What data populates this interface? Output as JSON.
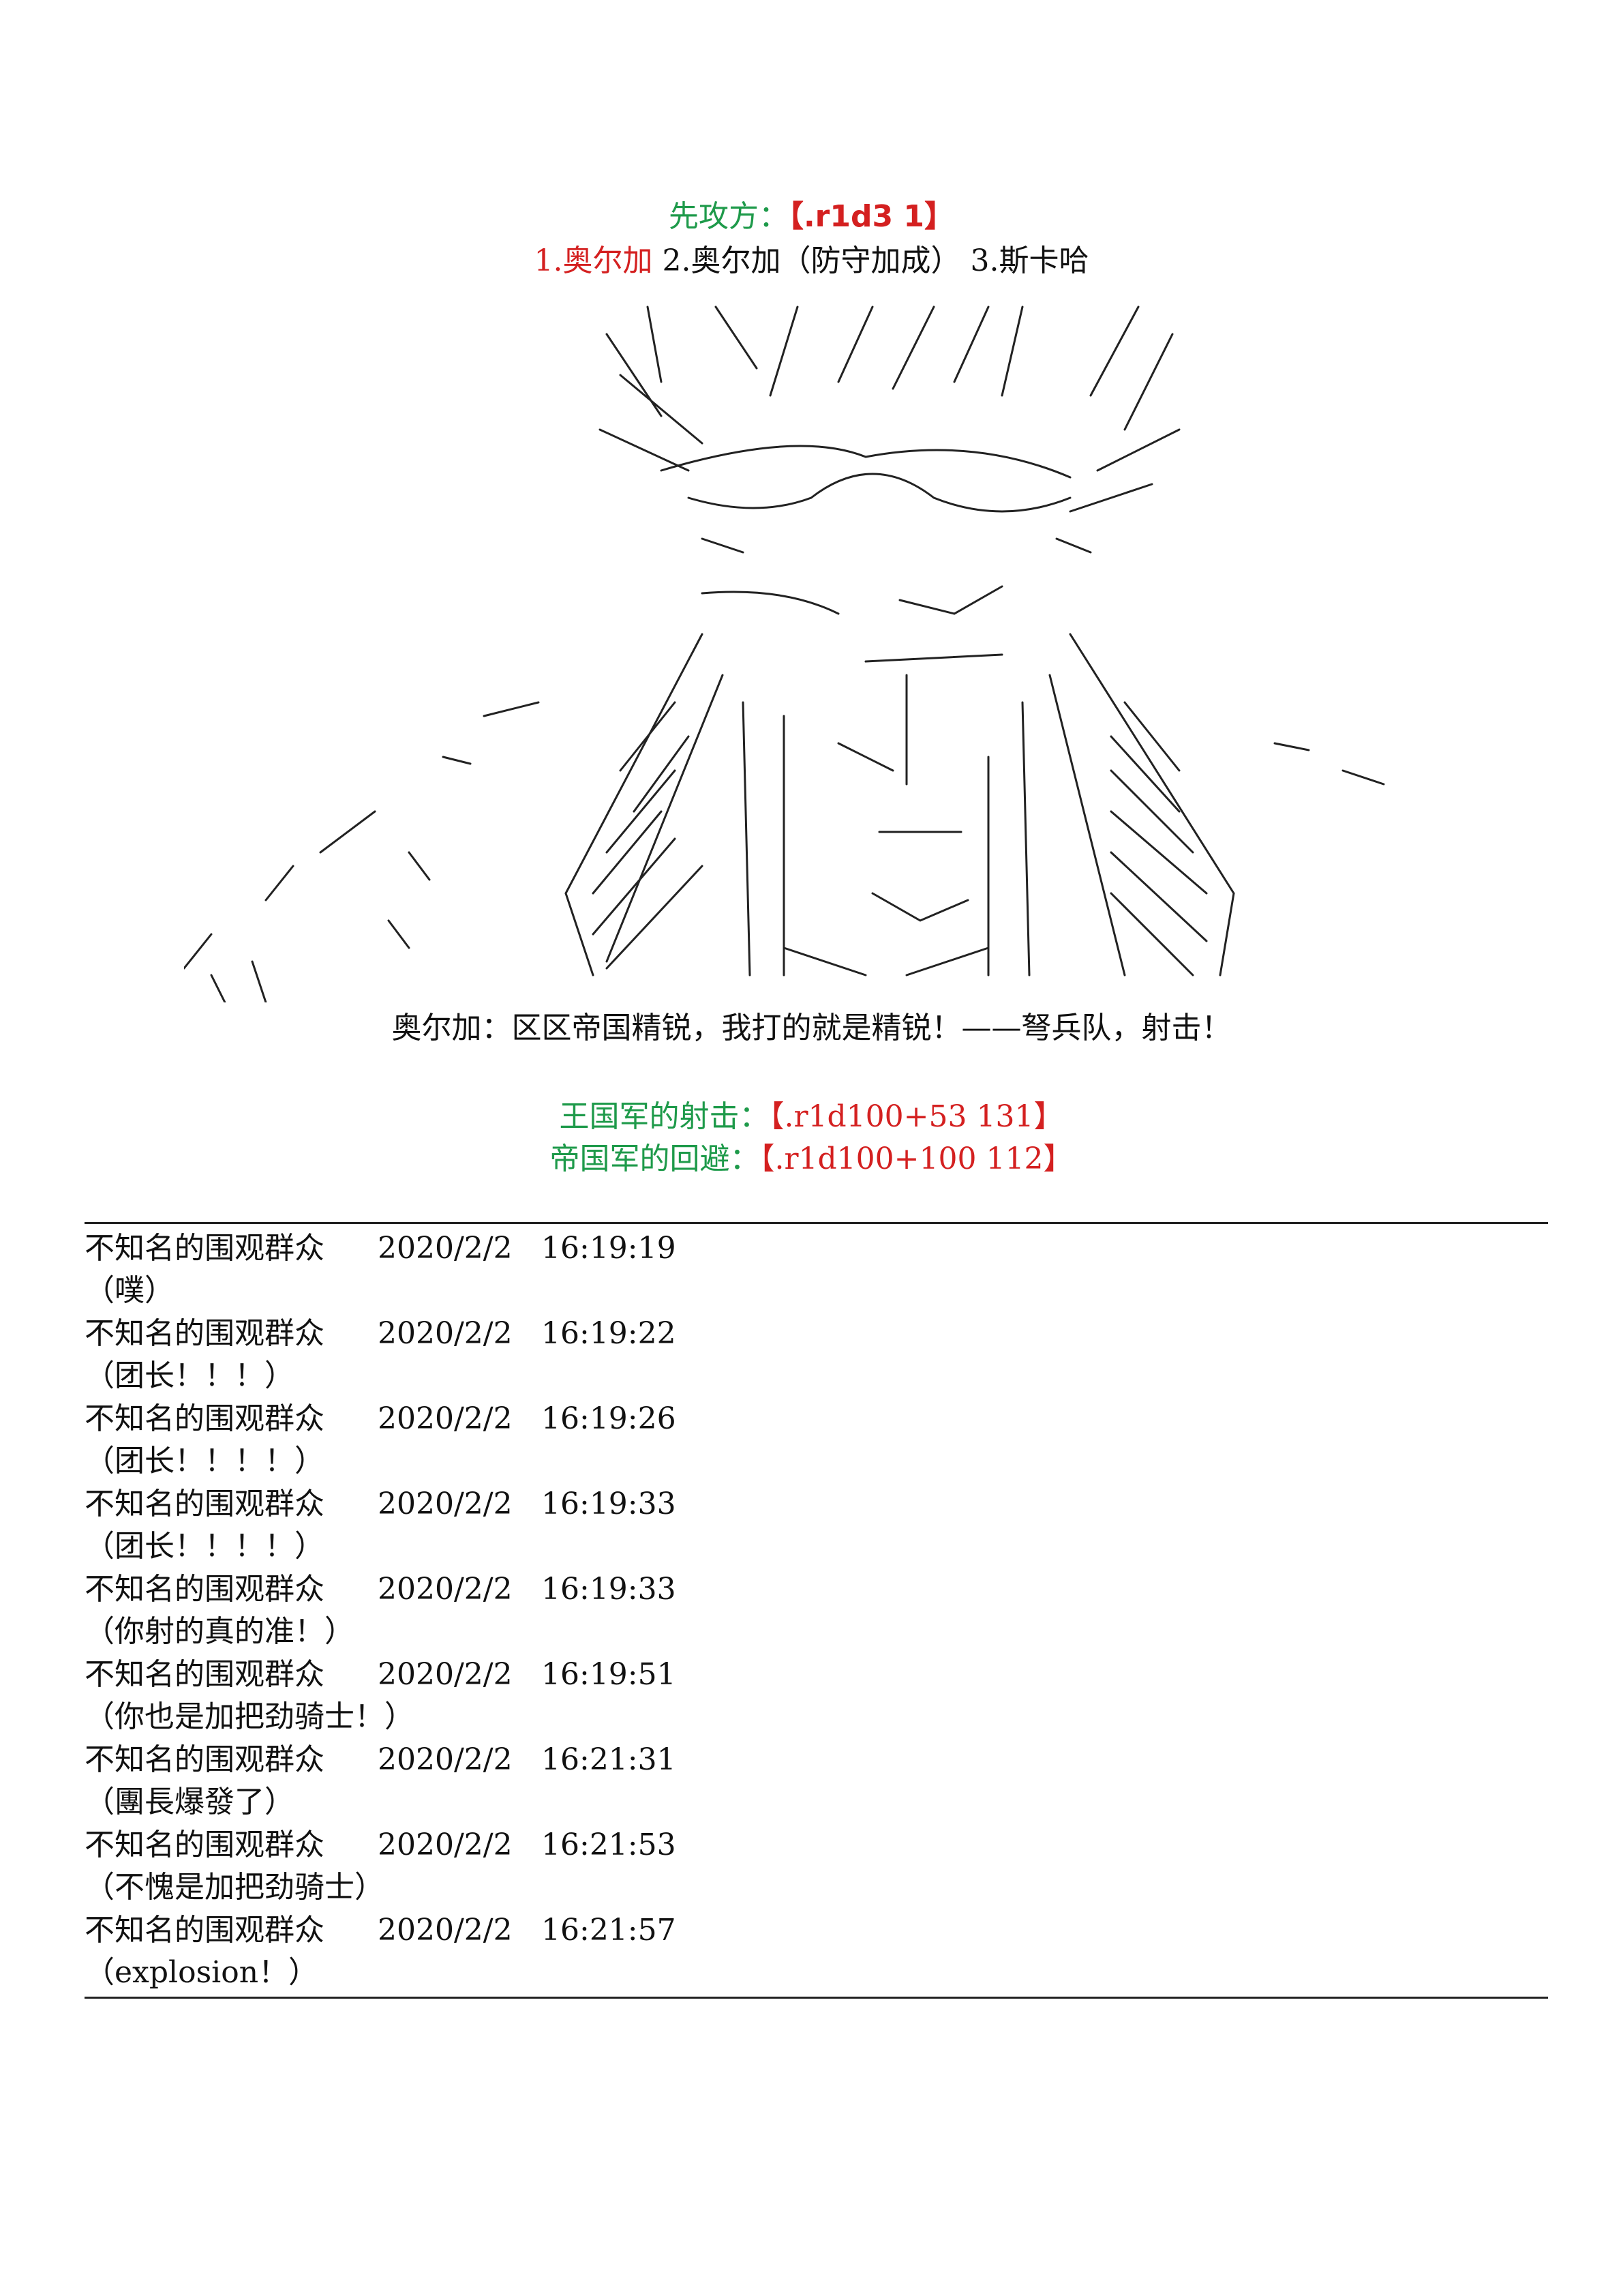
{
  "header": {
    "first_attacker_label": "先攻方：",
    "first_attacker_roll": "【.r1d3 1】",
    "options": {
      "opt1": "1.奥尔加",
      "opt2": "2.奥尔加（防守加成）",
      "opt3": "3.斯卡哈"
    }
  },
  "dialogue": "奥尔加：区区帝国精锐，我打的就是精锐！——弩兵队，射击！",
  "rolls": {
    "kingdom_label": "王国军的射击：",
    "kingdom_roll": "【.r1d100+53 131】",
    "empire_label": "帝国军的回避：",
    "empire_roll": "【.r1d100+100 112】"
  },
  "colors": {
    "green": "#1e9a4a",
    "red": "#d42020",
    "text": "#111111"
  },
  "comments": [
    {
      "user": "不知名的围观群众",
      "date": "2020/2/2",
      "time": "16:19:19",
      "text": "（噗）"
    },
    {
      "user": "不知名的围观群众",
      "date": "2020/2/2",
      "time": "16:19:22",
      "text": "（团长！！！）"
    },
    {
      "user": "不知名的围观群众",
      "date": "2020/2/2",
      "time": "16:19:26",
      "text": "（团长！！！！）"
    },
    {
      "user": "不知名的围观群众",
      "date": "2020/2/2",
      "time": "16:19:33",
      "text": "（团长！！！！）"
    },
    {
      "user": "不知名的围观群众",
      "date": "2020/2/2",
      "time": "16:19:33",
      "text": "（你射的真的准！）"
    },
    {
      "user": "不知名的围观群众",
      "date": "2020/2/2",
      "time": "16:19:51",
      "text": "（你也是加把劲骑士！）"
    },
    {
      "user": "不知名的围观群众",
      "date": "2020/2/2",
      "time": "16:21:31",
      "text": "（團長爆發了）"
    },
    {
      "user": "不知名的围观群众",
      "date": "2020/2/2",
      "time": "16:21:53",
      "text": "（不愧是加把劲骑士）"
    },
    {
      "user": "不知名的围观群众",
      "date": "2020/2/2",
      "time": "16:21:57",
      "text": "（explosion！）"
    }
  ]
}
